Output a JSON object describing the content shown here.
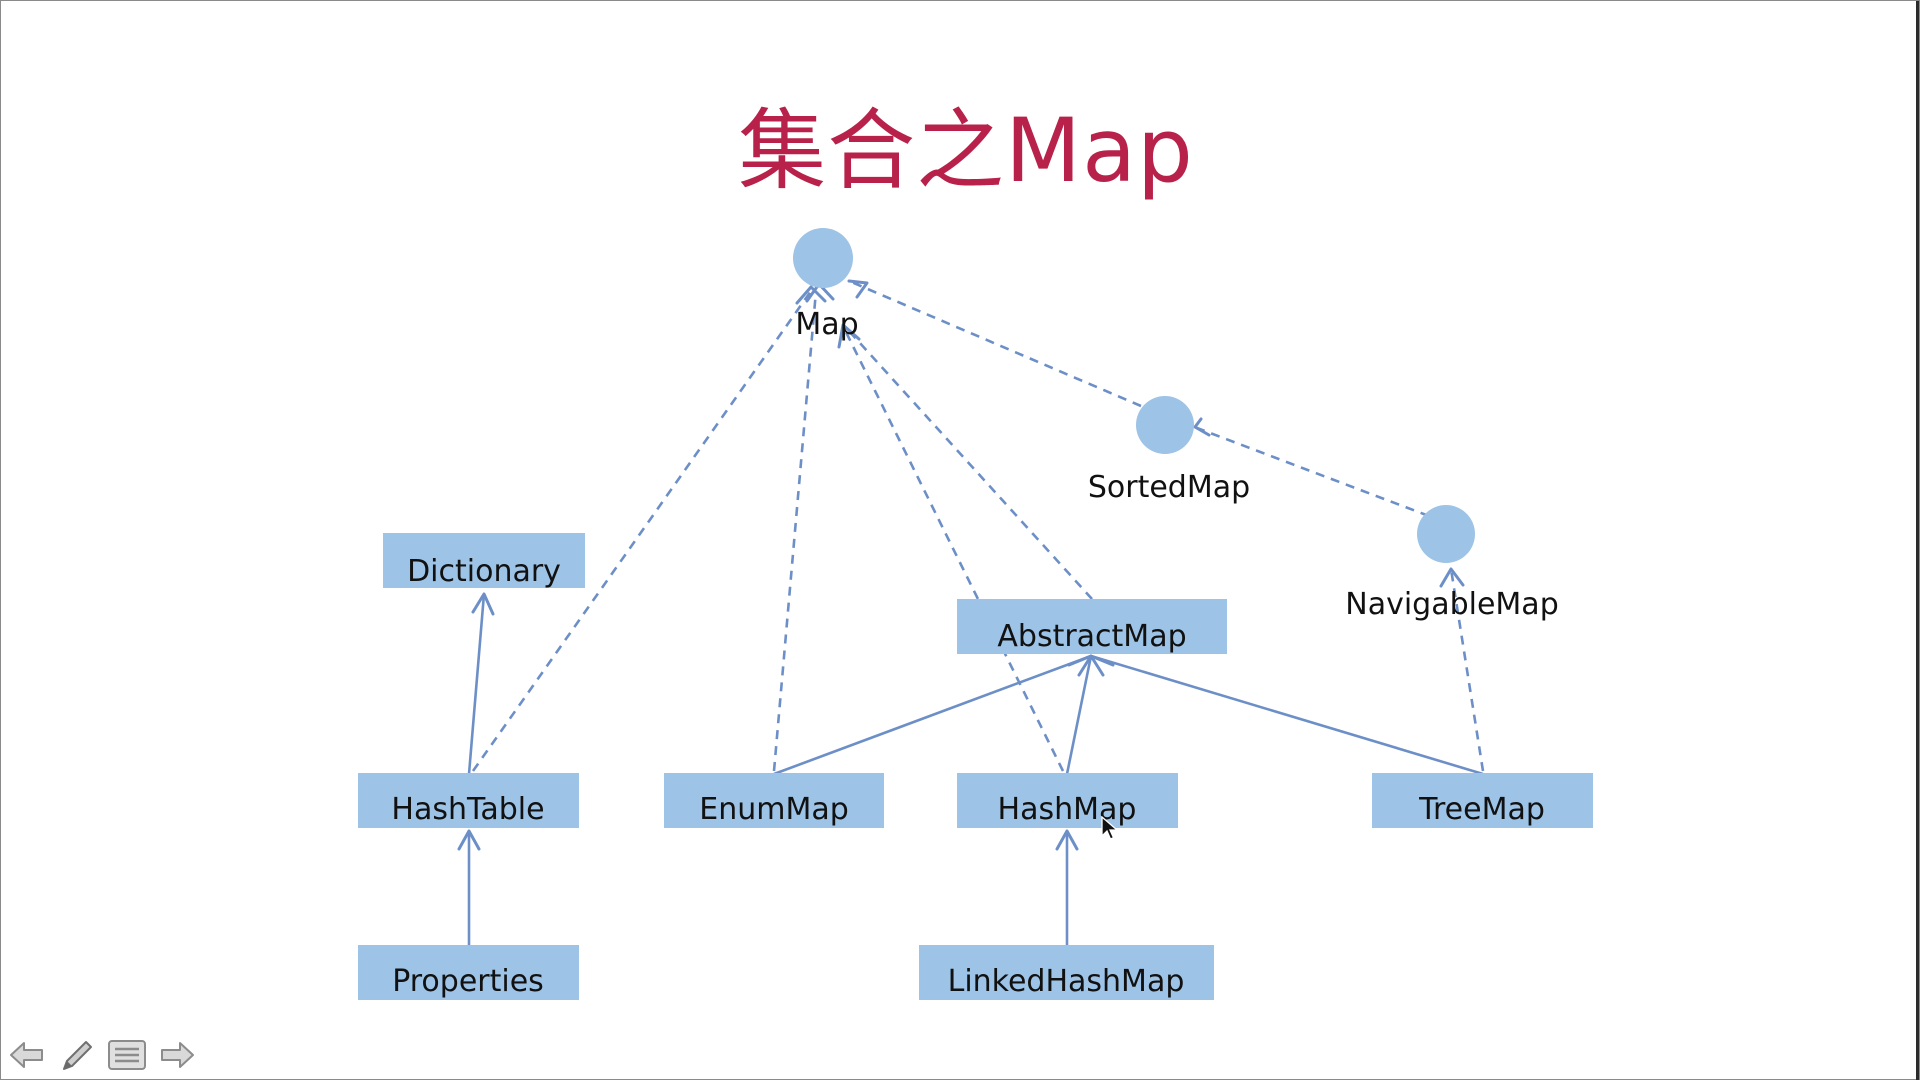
{
  "title": "集合之Map",
  "nodes": {
    "map": "Map",
    "sortedmap": "SortedMap",
    "navigablemap": "NavigableMap",
    "dictionary": "Dictionary",
    "abstractmap": "AbstractMap",
    "hashtable": "HashTable",
    "enummap": "EnumMap",
    "hashmap": "HashMap",
    "treemap": "TreeMap",
    "properties": "Properties",
    "linkedhashmap": "LinkedHashMap"
  },
  "toolbar": {
    "icons": [
      "arrow-left-icon",
      "pen-icon",
      "menu-icon",
      "arrow-right-icon"
    ]
  },
  "colors": {
    "title": "#b8224a",
    "node_fill": "#9dc3e6",
    "edge": "#6d8fc7"
  }
}
